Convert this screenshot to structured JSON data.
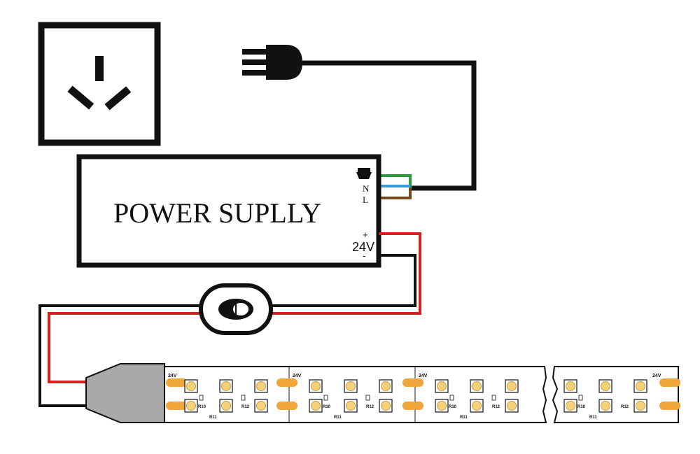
{
  "power_supply": {
    "title": "POWER SUPLLY",
    "terminal_n": "N",
    "terminal_l": "L",
    "plus": "+",
    "voltage": "24V",
    "minus": "-"
  },
  "strip": {
    "segment_voltage": "24V",
    "resistor_labels": [
      "R10",
      "R11",
      "R12"
    ]
  },
  "colors": {
    "outline": "#111111",
    "wire_ground": "#2e9e3c",
    "wire_neutral": "#3a9ad6",
    "wire_live": "#7a4a1e",
    "wire_positive": "#d42020",
    "wire_negative": "#111111",
    "led_yellow": "#f5d27a",
    "pad_orange": "#f0a63a",
    "connector_gray": "#a9a9a9"
  },
  "icons": [
    "wall-outlet-icon",
    "plug-icon",
    "toggle-switch-icon",
    "ground-symbol-icon"
  ]
}
